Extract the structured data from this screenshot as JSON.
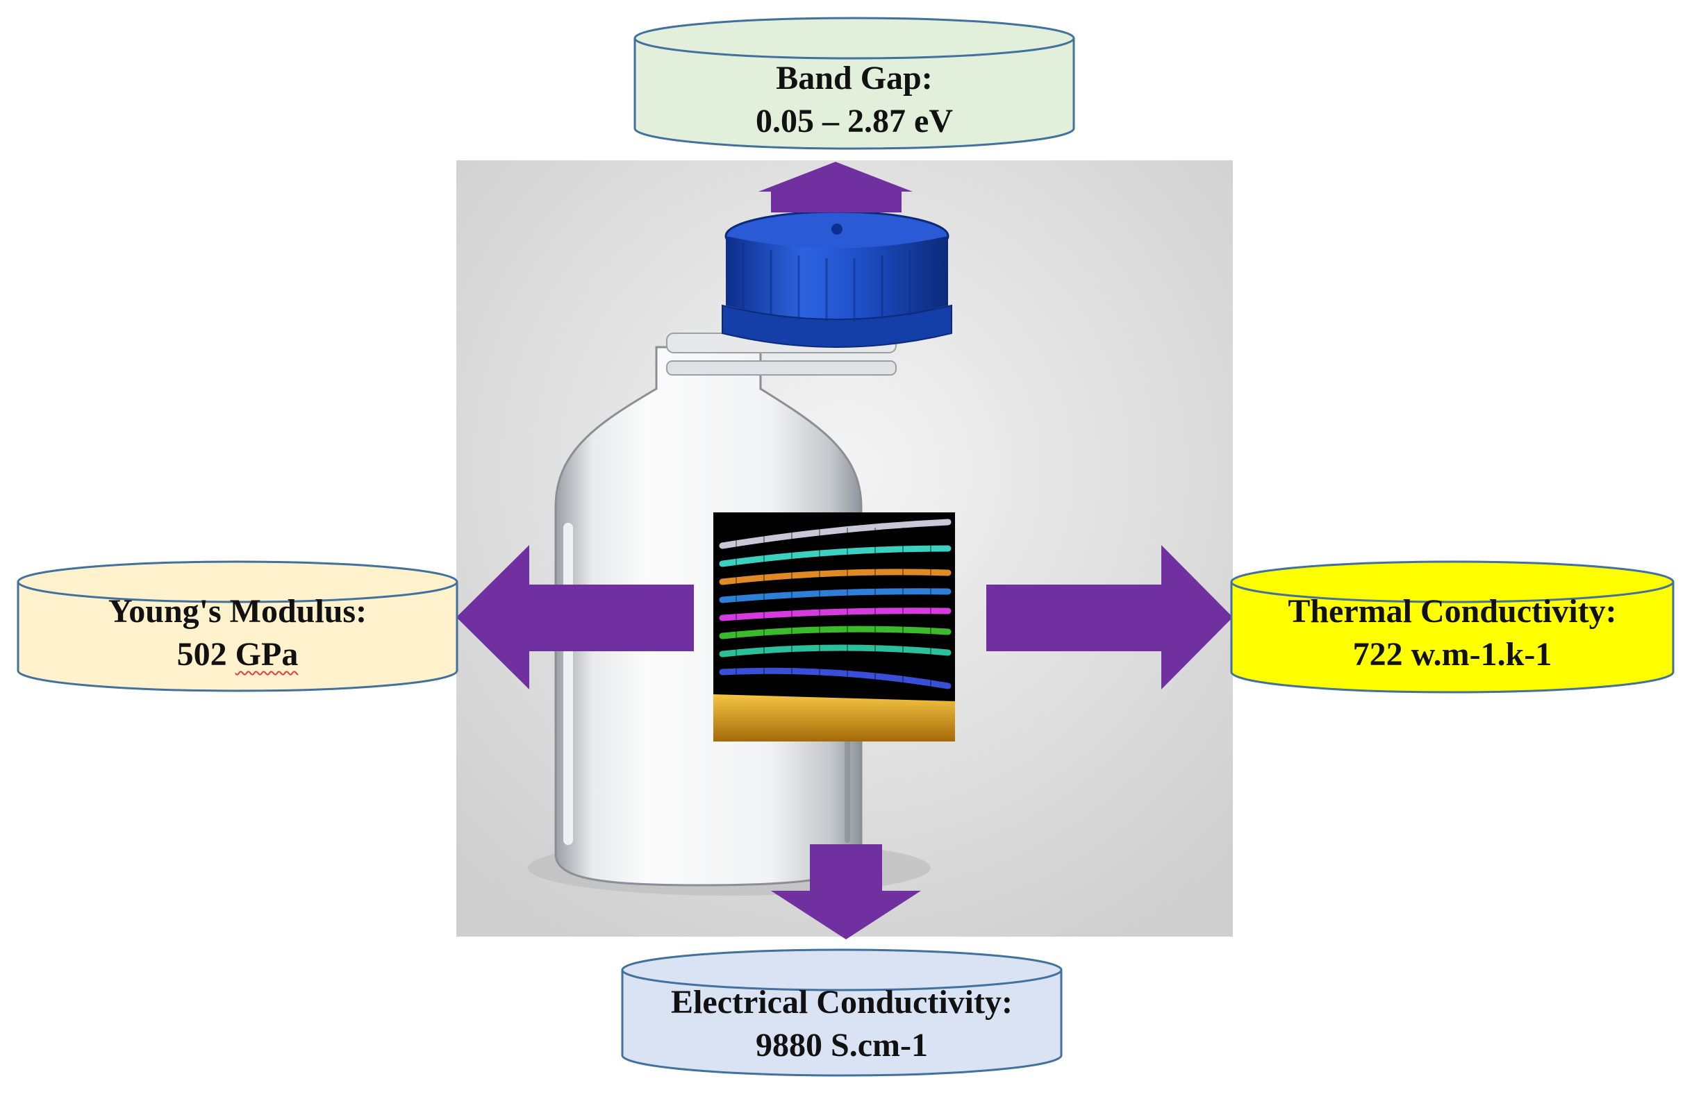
{
  "colors": {
    "arrow": "#7030a0",
    "cylinder_outline": "#41719c",
    "band_gap_fill": "#e2efda",
    "youngs_modulus_fill": "#fff2cc",
    "thermal_fill": "#ffff00",
    "electrical_fill": "#dae3f3",
    "photo_background": "#dcdcdc",
    "bottle_cap": "#1f4fc8",
    "structure_background": "#000000"
  },
  "properties": {
    "band_gap": {
      "title": "Band Gap:",
      "value": "0.05 – 2.87 eV"
    },
    "youngs_modulus": {
      "title": "Young's Modulus:",
      "value_number": "502",
      "value_unit": "GPa"
    },
    "thermal_conductivity": {
      "title": "Thermal Conductivity:",
      "value": "722 w.m-1.k-1"
    },
    "electrical_conductivity": {
      "title": "Electrical Conductivity:",
      "value": "9880 S.cm-1"
    }
  },
  "icons": [
    "arrow-up-icon",
    "arrow-down-icon",
    "arrow-left-icon",
    "arrow-right-icon",
    "bottle-icon",
    "layered-structure-icon"
  ]
}
